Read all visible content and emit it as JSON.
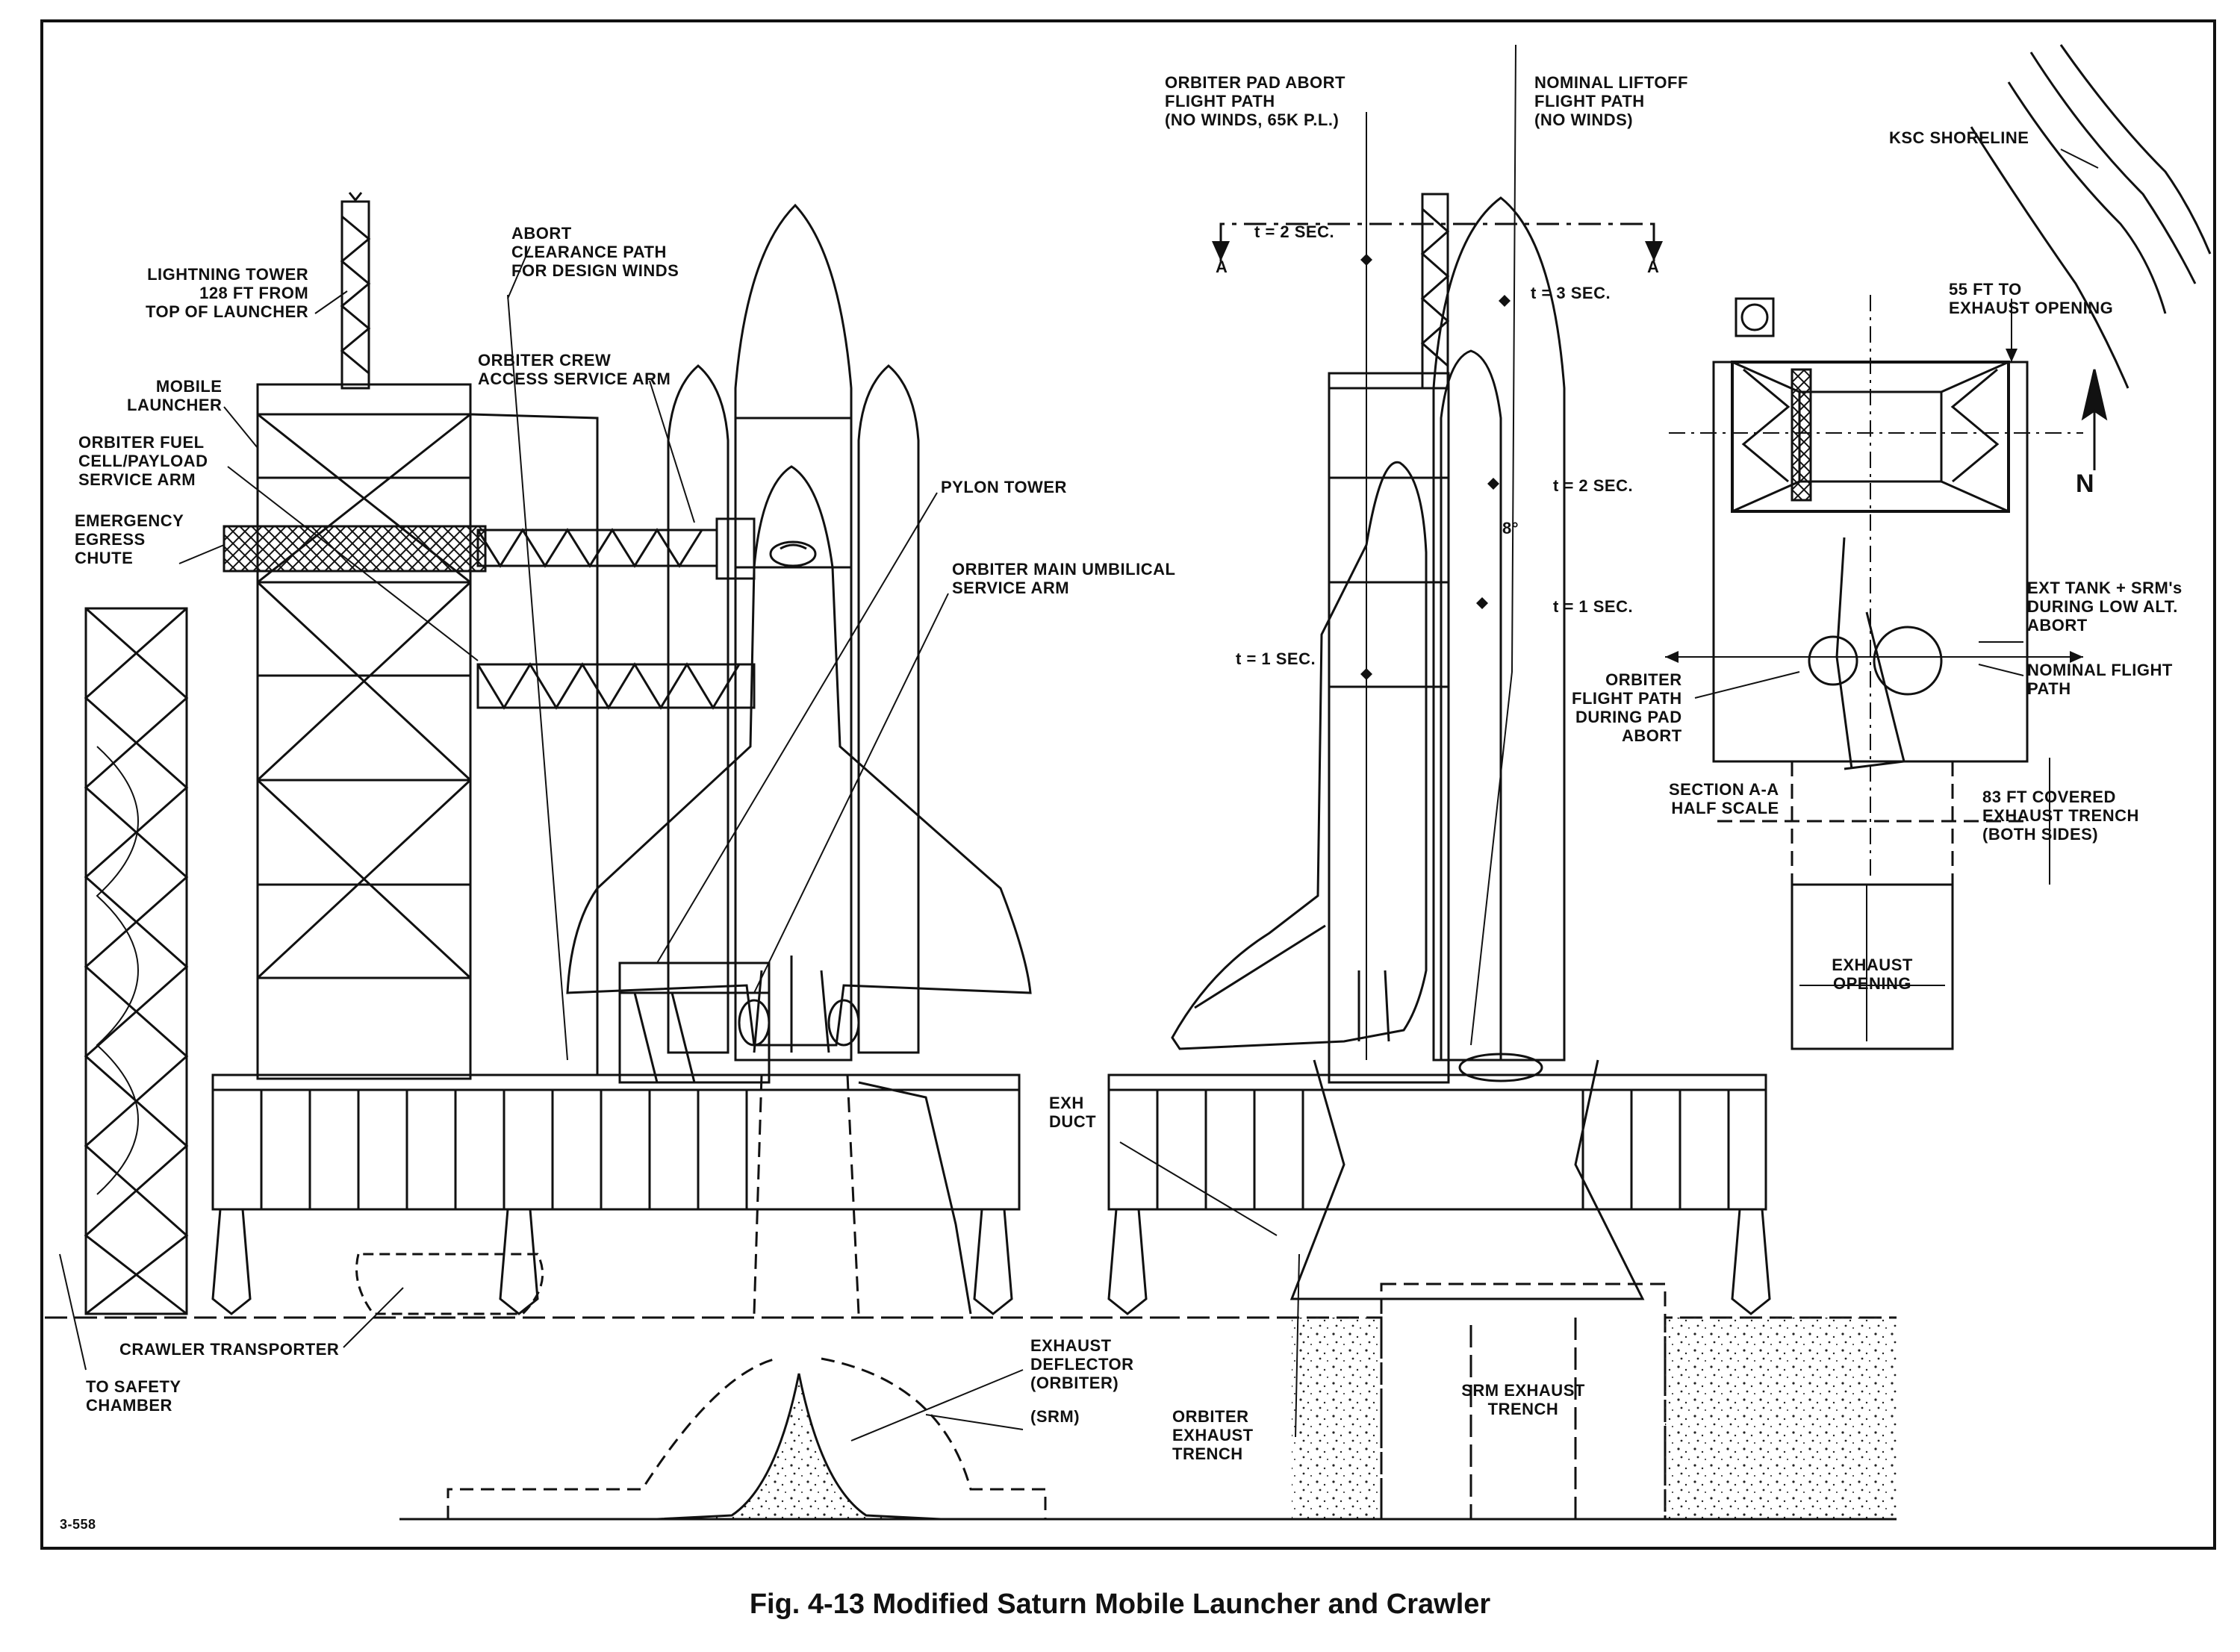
{
  "labels": {
    "lightning_tower": "LIGHTNING TOWER\n128 FT FROM\nTOP OF LAUNCHER",
    "mobile_launcher": "MOBILE\nLAUNCHER",
    "fuel_cell_arm": "ORBITER FUEL\nCELL/PAYLOAD\nSERVICE ARM",
    "egress_chute": "EMERGENCY\nEGRESS\nCHUTE",
    "abort_clearance": "ABORT\nCLEARANCE PATH\nFOR DESIGN WINDS",
    "crew_access_arm": "ORBITER CREW\nACCESS SERVICE ARM",
    "pylon_tower": "PYLON TOWER",
    "main_umbilical": "ORBITER MAIN UMBILICAL\nSERVICE ARM",
    "crawler_transporter": "CRAWLER TRANSPORTER",
    "safety_chamber": "TO SAFETY\nCHAMBER",
    "exhaust_deflector": "EXHAUST\nDEFLECTOR\n(ORBITER)",
    "srm": "(SRM)",
    "exh_duct": "EXH\nDUCT",
    "orbiter_exhaust_trench": "ORBITER\nEXHAUST\nTRENCH",
    "srm_exhaust_trench": "SRM EXHAUST\nTRENCH",
    "pad_abort_path": "ORBITER PAD ABORT\nFLIGHT PATH\n(NO WINDS, 65K P.L.)",
    "nominal_liftoff_path": "NOMINAL LIFTOFF\nFLIGHT PATH\n(NO WINDS)",
    "t2_left": "t = 2 SEC.",
    "t3": "t = 3 SEC.",
    "t2_right": "t = 2 SEC.",
    "t1_right": "t = 1 SEC.",
    "t1_left": "t = 1 SEC.",
    "angle": "8°",
    "section_a1": "A",
    "section_a2": "A",
    "ksc_shoreline": "KSC SHORELINE",
    "exhaust_opening_dist": "55 FT TO\nEXHAUST OPENING",
    "north": "N",
    "ext_tank": "EXT TANK + SRM's\nDURING LOW ALT.\nABORT",
    "nominal_flight_path": "NOMINAL FLIGHT\nPATH",
    "orbiter_flight_path": "ORBITER\nFLIGHT PATH\nDURING PAD\nABORT",
    "section_aa": "SECTION A-A\nHALF SCALE",
    "covered_trench": "83 FT COVERED\nEXHAUST TRENCH\n(BOTH SIDES)",
    "exhaust_opening": "EXHAUST\nOPENING",
    "drawing_number": "3-558"
  },
  "caption": "Fig. 4-13  Modified Saturn Mobile Launcher and Crawler"
}
